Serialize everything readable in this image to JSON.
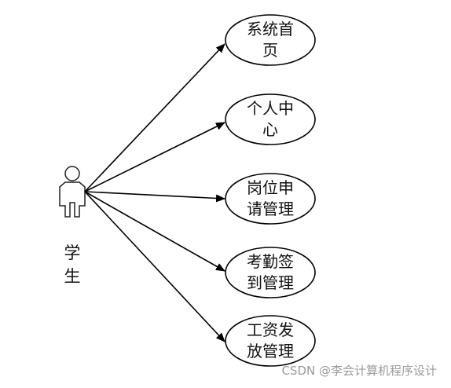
{
  "actor": {
    "label_line1": "学",
    "label_line2": "生"
  },
  "use_cases": [
    {
      "line1": "系统首",
      "line2": "页"
    },
    {
      "line1": "个人中",
      "line2": "心"
    },
    {
      "line1": "岗位申",
      "line2": "请管理"
    },
    {
      "line1": "考勤签",
      "line2": "到管理"
    },
    {
      "line1": "工资发",
      "line2": "放管理"
    }
  ],
  "watermark": "CSDN @李会计算机程序设计"
}
